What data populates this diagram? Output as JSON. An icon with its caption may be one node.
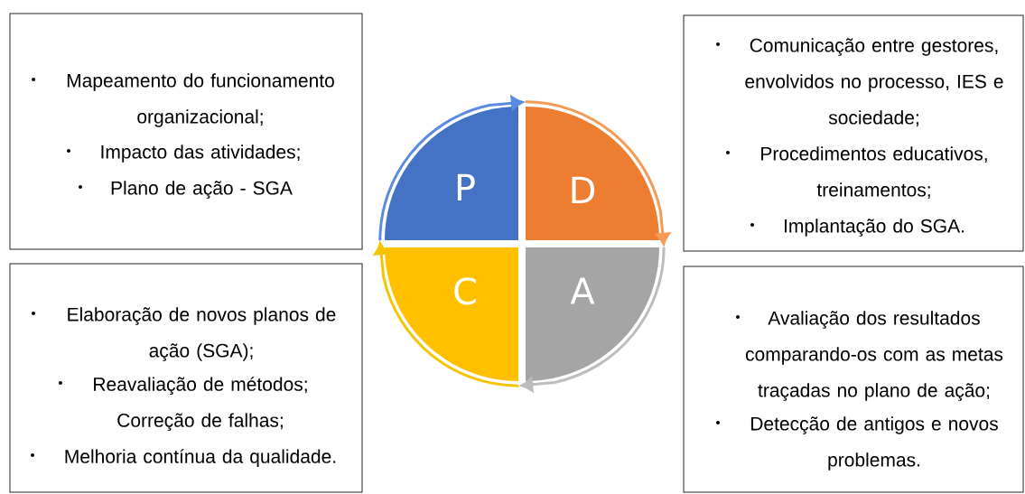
{
  "diagram": {
    "nodes": [
      {
        "text": [
          "Mapeamento do funcionamento organizacional;",
          "Impacto das atividades;",
          "Plano de ação - SGA"
        ]
      },
      {
        "text": [
          "Comunicação entre gestores, envolvidos no processo, IES e sociedade;",
          "Procedimentos educativos, treinamentos;",
          "Implantação do SGA."
        ]
      },
      {
        "text": [
          "Elaboração de novos planos de ação (SGA);",
          "Reavaliação de métodos; Correção de falhas;",
          "Melhoria contínua da qualidade."
        ]
      },
      {
        "text": [
          "Avaliação dos resultados comparando-os com as metas traçadas no plano de ação;",
          "Detecção de antigos e novos problemas."
        ]
      },
      {
        "text": [
          "P"
        ]
      },
      {
        "text": [
          "D"
        ]
      },
      {
        "text": [
          "A"
        ]
      },
      {
        "text": [
          "C"
        ]
      }
    ],
    "edges": [
      {
        "from": 4,
        "to": 5,
        "arrow": "to",
        "color": "#5b8ae0"
      },
      {
        "from": 5,
        "to": 6,
        "arrow": "to",
        "color": "#f59a55"
      },
      {
        "from": 6,
        "to": 7,
        "arrow": "to",
        "color": "#bcbcbc"
      },
      {
        "from": 7,
        "to": 4,
        "arrow": "to",
        "color": "#f5c400"
      }
    ]
  }
}
